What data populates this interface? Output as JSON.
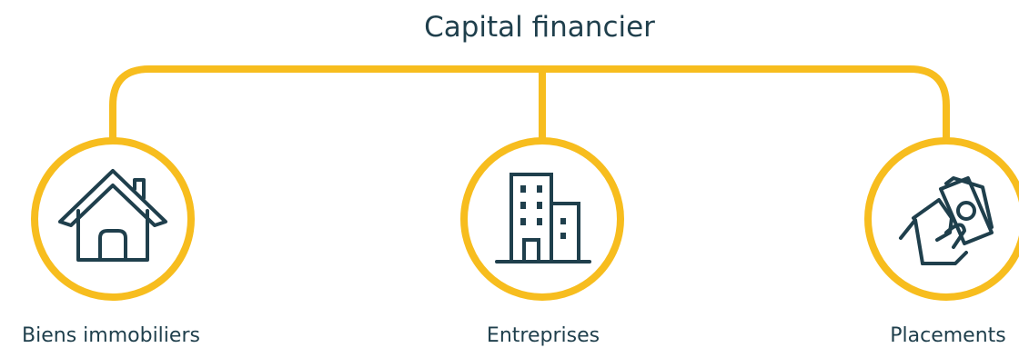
{
  "title": "Capital financier",
  "colors": {
    "accent": "#f7bd1e",
    "text": "#1f3f4c",
    "icon": "#1f3f4c"
  },
  "items": [
    {
      "label": "Biens immobiliers",
      "icon": "house-icon"
    },
    {
      "label": "Entreprises",
      "icon": "buildings-icon"
    },
    {
      "label": "Placements",
      "icon": "hand-money-icon"
    }
  ]
}
